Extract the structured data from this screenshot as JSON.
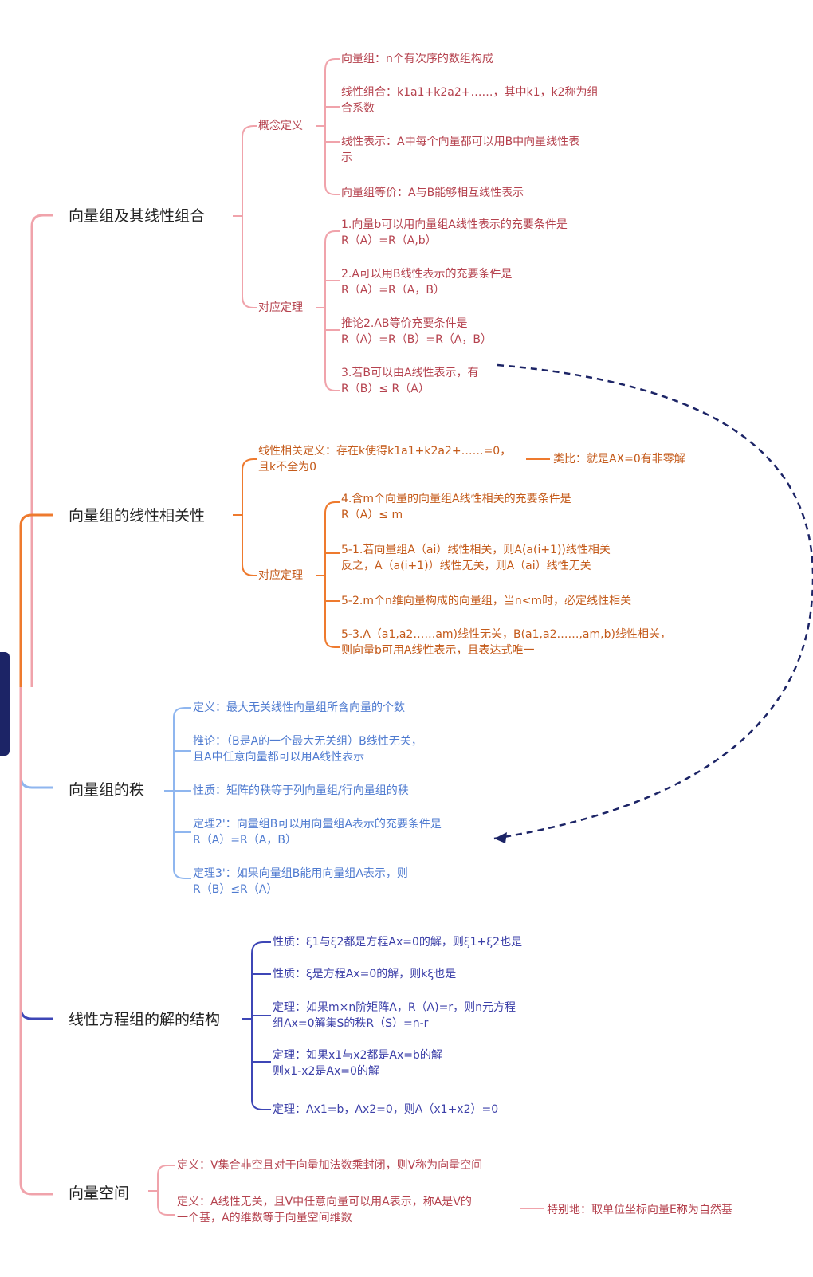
{
  "colors": {
    "branch1": "#f0a3ab",
    "branch2": "#ee7a2e",
    "branch3": "#8fb6ef",
    "branch4": "#3d46b6",
    "branch5": "#f0a3ab",
    "arrow": "#1c2466"
  },
  "branches": [
    {
      "title": "向量组及其线性组合",
      "groups": [
        {
          "label": "概念定义",
          "items": [
            "向量组：n个有次序的数组构成",
            "线性组合：k1a1+k2a2+……，其中k1，k2称为组\n合系数",
            "线性表示：A中每个向量都可以用B中向量线性表\n示",
            "向量组等价：A与B能够相互线性表示"
          ]
        },
        {
          "label": "对应定理",
          "items": [
            "1.向量b可以用向量组A线性表示的充要条件是\nR（A）=R（A,b）",
            "2.A可以用B线性表示的充要条件是\nR（A）=R（A，B）",
            "推论2.AB等价充要条件是\nR（A）=R（B）=R（A，B）",
            "3.若B可以由A线性表示，有\nR（B）≤ R（A）"
          ]
        }
      ]
    },
    {
      "title": "向量组的线性相关性",
      "definition": "线性相关定义：存在k使得k1a1+k2a2+……=0，\n且k不全为0",
      "analogy": "类比：就是AX=0有非零解",
      "groups": [
        {
          "label": "对应定理",
          "items": [
            "4.含m个向量的向量组A线性相关的充要条件是\nR（A）≤ m",
            "5-1.若向量组A（ai）线性相关，则A(a(i+1))线性相关\n反之，A（a(i+1)）线性无关，则A（ai）线性无关",
            "5-2.m个n维向量构成的向量组，当n<m时，必定线性相关",
            "5-3.A（a1,a2……am)线性无关，B(a1,a2……,am,b)线性相关，\n则向量b可用A线性表示，且表达式唯一"
          ]
        }
      ]
    },
    {
      "title": "向量组的秩",
      "items": [
        "定义：最大无关线性向量组所含向量的个数",
        "推论：（B是A的一个最大无关组）B线性无关，\n且A中任意向量都可以用A线性表示",
        "性质：矩阵的秩等于列向量组/行向量组的秩",
        "定理2'：向量组B可以用向量组A表示的充要条件是\nR（A）=R（A，B）",
        "定理3'：如果向量组B能用向量组A表示，则\nR（B）≤R（A）"
      ]
    },
    {
      "title": "线性方程组的解的结构",
      "items": [
        "性质：ξ1与ξ2都是方程Ax=0的解，则ξ1+ξ2也是",
        "性质：ξ是方程Ax=0的解，则kξ也是",
        "定理：如果m×n阶矩阵A，R（A)=r，则n元方程\n组Ax=0解集S的秩R（S）=n-r",
        "定理：如果x1与x2都是Ax=b的解\n则x1-x2是Ax=0的解",
        "定理：Ax1=b，Ax2=0，则A（x1+x2）=0"
      ]
    },
    {
      "title": "向量空间",
      "items": [
        "定义：V集合非空且对于向量加法数乘封闭，则V称为向量空间",
        "定义：A线性无关，且V中任意向量可以用A表示，称A是V的\n一个基，A的维数等于向量空间维数"
      ],
      "note": "特别地：取单位坐标向量E称为自然基"
    }
  ]
}
